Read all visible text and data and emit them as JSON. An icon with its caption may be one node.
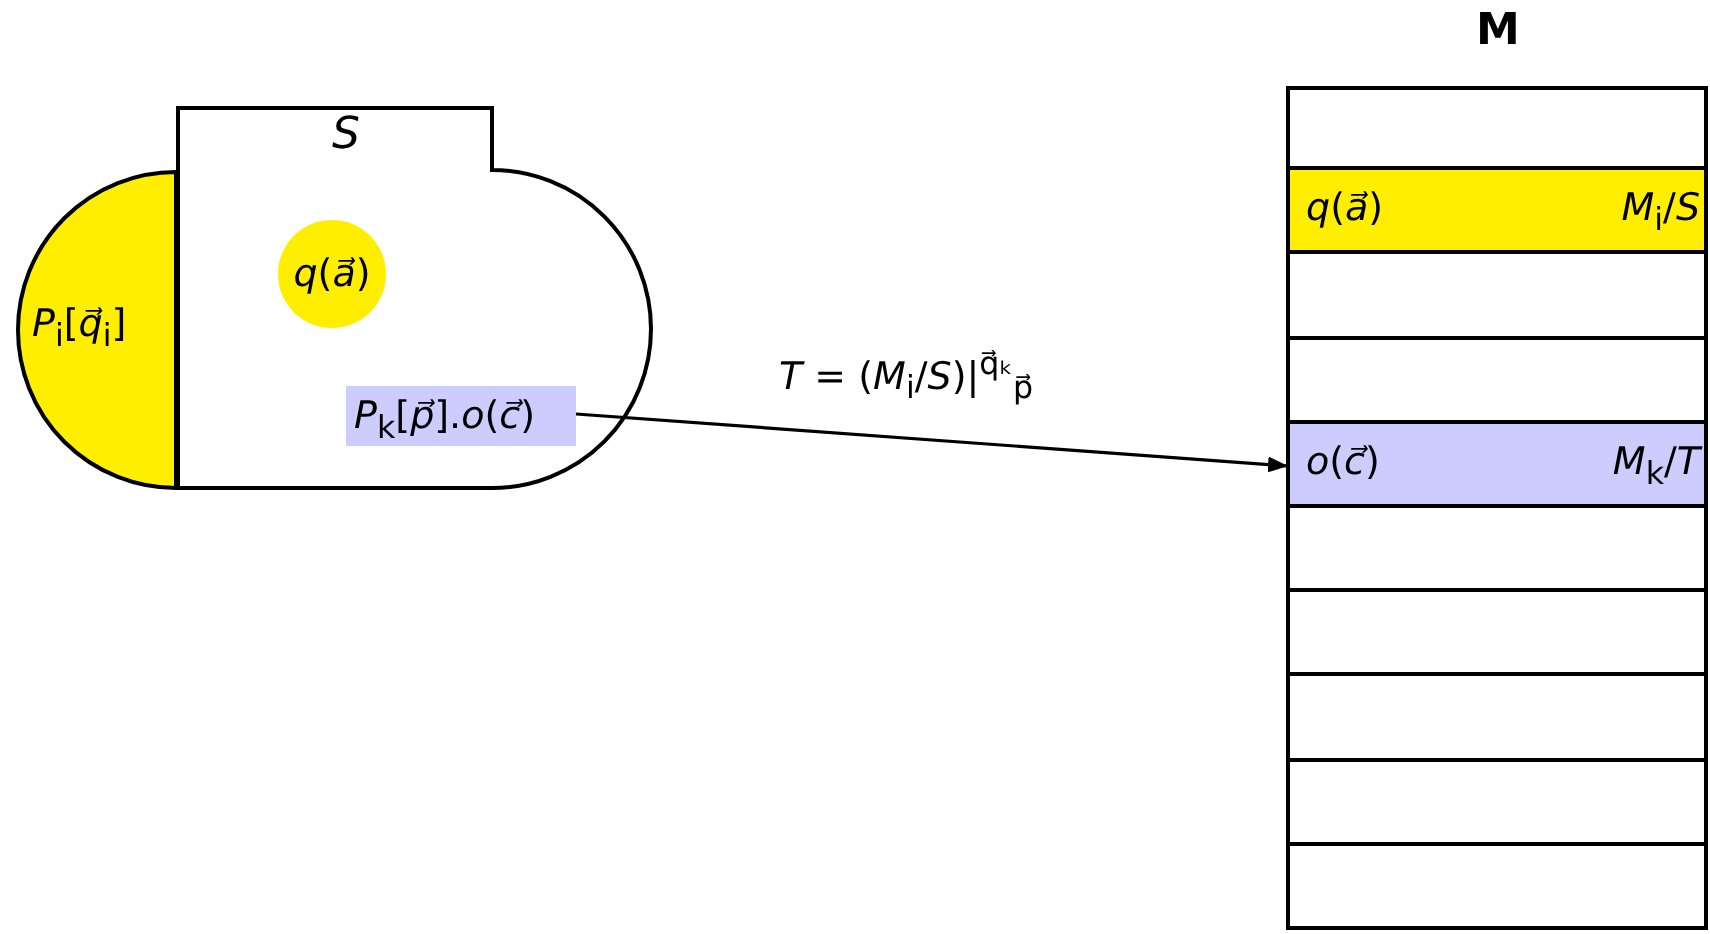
{
  "diagram": {
    "nodes": [
      {
        "text": [
          "S"
        ]
      },
      {
        "text": [
          "*P*$_{i}$[*q⃗*$_{i}$]"
        ]
      },
      {
        "text": [
          "*q*(*a⃗*)"
        ],
        "in": 0
      },
      {
        "text": [
          "*P*$_{k}$[*p⃗*].*o*(*c⃗*)"
        ],
        "in": 0
      },
      {
        "text": [
          "M"
        ]
      },
      {
        "text": [],
        "shape": "box",
        "in": 4
      },
      {
        "text": [
          "*q*(*a⃗*)",
          "*M*$_{i}$/*S*"
        ],
        "in": 4
      },
      {
        "text": [],
        "shape": "box",
        "in": 4
      },
      {
        "text": [],
        "shape": "box",
        "in": 4
      },
      {
        "text": [
          "*o*(*c⃗*)",
          "*M*$_{k}$/*T*"
        ],
        "in": 4
      },
      {
        "text": [],
        "shape": "box",
        "in": 4
      },
      {
        "text": [],
        "shape": "box",
        "in": 4
      },
      {
        "text": [],
        "shape": "box",
        "in": 4
      },
      {
        "text": [],
        "shape": "box",
        "in": 4
      },
      {
        "text": [],
        "shape": "box",
        "in": 4
      }
    ],
    "edges": [
      {
        "from": 3,
        "to": 9,
        "arrow": "to",
        "label": "*T* = (*M*$_{i}$/*S*)|$^{q⃗ₖ}$$_{p⃗}$"
      }
    ]
  }
}
